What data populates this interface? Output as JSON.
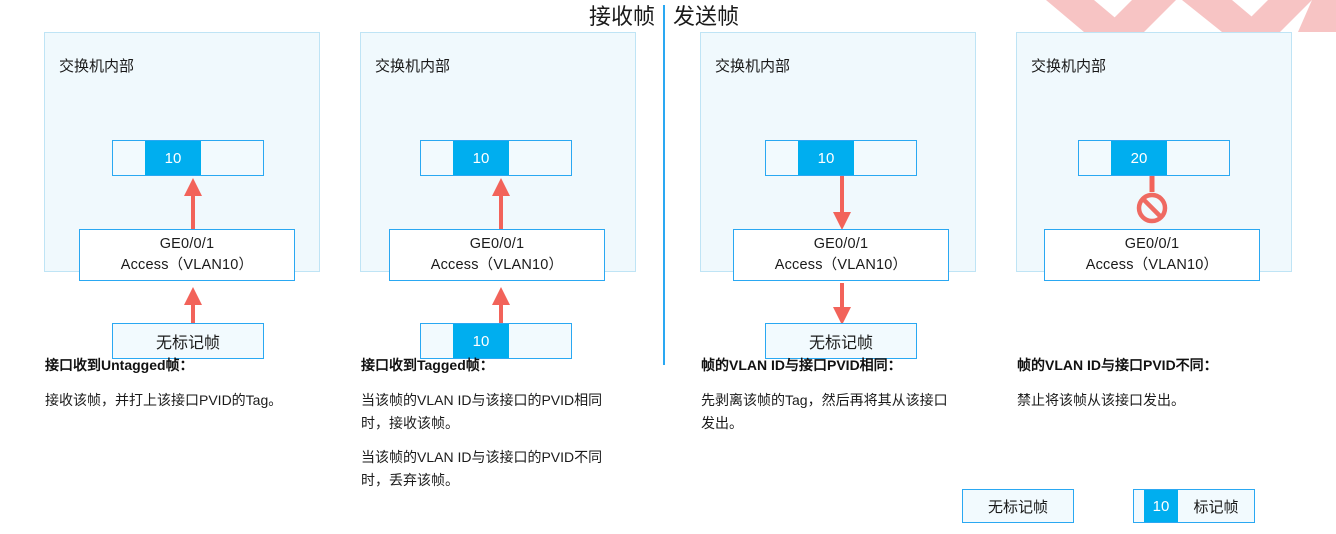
{
  "header": {
    "receive": "接收帧",
    "send": "发送帧"
  },
  "panel_title": "交换机内部",
  "port": {
    "name": "GE0/0/1",
    "mode": "Access（VLAN10）"
  },
  "colors": {
    "tag_cyan": "#00aeef",
    "border_blue": "#2aa8f2",
    "panel_bg": "#f0f9fd",
    "arrow_red": "#f2635a",
    "watermark_pink": "#f7c4c4"
  },
  "panels": [
    {
      "id": "recv-untagged",
      "inner_frame_tag": "10",
      "outer_frame_label": "无标记帧",
      "outer_frame_type": "untagged",
      "flow": "up"
    },
    {
      "id": "recv-tagged",
      "inner_frame_tag": "10",
      "outer_frame_tag": "10",
      "outer_frame_type": "tagged",
      "flow": "up"
    },
    {
      "id": "send-match",
      "inner_frame_tag": "10",
      "outer_frame_label": "无标记帧",
      "outer_frame_type": "untagged",
      "flow": "down"
    },
    {
      "id": "send-mismatch",
      "inner_frame_tag": "20",
      "outer_frame_type": "none",
      "flow": "blocked"
    }
  ],
  "captions": [
    {
      "title": "接口收到Untagged帧：",
      "paragraphs": [
        "接收该帧，并打上该接口PVID的Tag。"
      ]
    },
    {
      "title": "接口收到Tagged帧：",
      "paragraphs": [
        "当该帧的VLAN ID与该接口的PVID相同时，接收该帧。",
        "当该帧的VLAN ID与该接口的PVID不同时，丢弃该帧。"
      ]
    },
    {
      "title": "帧的VLAN ID与接口PVID相同：",
      "paragraphs": [
        "先剥离该帧的Tag，然后再将其从该接口发出。"
      ]
    },
    {
      "title": "帧的VLAN ID与接口PVID不同：",
      "paragraphs": [
        "禁止将该帧从该接口发出。"
      ]
    }
  ],
  "legend": {
    "untagged": "无标记帧",
    "tagged_tag": "10",
    "tagged_label": "标记帧"
  }
}
